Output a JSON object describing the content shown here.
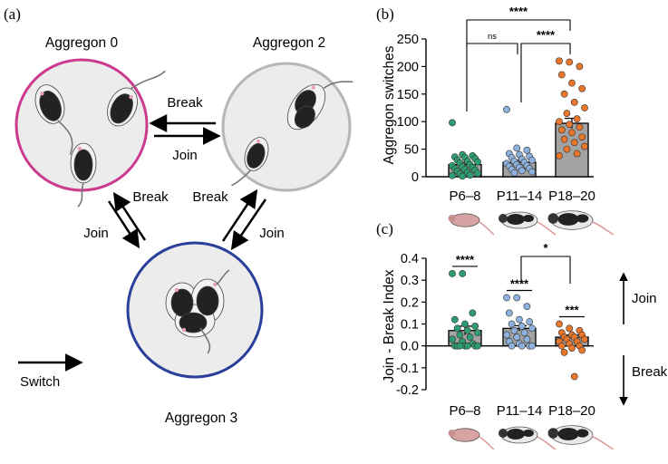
{
  "panel_a": {
    "label": "(a)",
    "nodes": [
      {
        "name": "Aggregon 0",
        "color": "#cc3a8e"
      },
      {
        "name": "Aggregon 2",
        "color": "#b6b6b6"
      },
      {
        "name": "Aggregon 3",
        "color": "#2a3f9a"
      }
    ],
    "node_fill": "#ececec",
    "edge_labels": {
      "break_top": "Break",
      "join_top": "Join",
      "break_left": "Break",
      "break_right": "Break",
      "join_left": "Join",
      "join_right": "Join"
    },
    "legend_label": "Switch",
    "icons": [
      "rat-pup-icon"
    ]
  },
  "chart_data": [
    {
      "panel": "(b)",
      "type": "bar",
      "categories": [
        "P6–8",
        "P11–14",
        "P18–20"
      ],
      "colors": [
        "#2e9d72",
        "#8eb2dd",
        "#e8762b"
      ],
      "values": [
        22,
        26,
        97
      ],
      "errors": [
        4,
        4,
        9
      ],
      "ylabel": "Aggregon switches",
      "ylim": [
        0,
        250
      ],
      "yticks": [
        "0",
        "50",
        "100",
        "150",
        "200",
        "250"
      ],
      "points": [
        [
          98,
          40,
          38,
          36,
          35,
          33,
          30,
          28,
          27,
          25,
          22,
          20,
          18,
          17,
          15,
          13,
          12,
          10,
          8,
          6,
          5,
          3,
          2,
          1
        ],
        [
          122,
          52,
          48,
          42,
          40,
          37,
          35,
          32,
          30,
          28,
          26,
          24,
          22,
          20,
          19,
          17,
          15,
          13,
          11,
          9,
          7
        ],
        [
          210,
          208,
          200,
          185,
          170,
          160,
          150,
          135,
          125,
          115,
          105,
          100,
          95,
          90,
          85,
          80,
          72,
          68,
          62,
          55,
          50,
          42,
          38
        ]
      ],
      "comparisons": [
        {
          "from": 0,
          "to": 1,
          "label": "ns"
        },
        {
          "from": 1,
          "to": 2,
          "label": "****"
        },
        {
          "from": 0,
          "to": 2,
          "label": "****"
        }
      ]
    },
    {
      "panel": "(c)",
      "type": "bar",
      "categories": [
        "P6–8",
        "P11–14",
        "P18–20"
      ],
      "colors": [
        "#2e9d72",
        "#8eb2dd",
        "#e8762b"
      ],
      "values": [
        0.07,
        0.08,
        0.04
      ],
      "errors": [
        0.02,
        0.012,
        0.01
      ],
      "ylabel": "Join - Break Index",
      "ylim": [
        -0.2,
        0.4
      ],
      "yticks": [
        "-0.2",
        "-0.1",
        "0.0",
        "0.1",
        "0.2",
        "0.3",
        "0.4"
      ],
      "points": [
        [
          0.33,
          0.33,
          0.15,
          0.12,
          0.1,
          0.09,
          0.08,
          0.07,
          0.06,
          0.05,
          0.04,
          0.03,
          0.02,
          0.01,
          0.0,
          0.0,
          0.0,
          0.0,
          0.0,
          0.0,
          0.0
        ],
        [
          0.22,
          0.22,
          0.18,
          0.15,
          0.12,
          0.11,
          0.1,
          0.09,
          0.08,
          0.07,
          0.06,
          0.05,
          0.04,
          0.03,
          0.02,
          0.01,
          0.0,
          0.0,
          0.0,
          0.0
        ],
        [
          0.1,
          0.08,
          0.07,
          0.06,
          0.05,
          0.05,
          0.04,
          0.04,
          0.03,
          0.03,
          0.02,
          0.02,
          0.01,
          0.0,
          0.0,
          -0.01,
          -0.02,
          -0.03,
          -0.14
        ]
      ],
      "point_sig": [
        "****",
        "****",
        "***"
      ],
      "comparisons": [
        {
          "from": 1,
          "to": 2,
          "label": "*"
        }
      ],
      "direction_labels": {
        "up": "Join",
        "down": "Break"
      }
    }
  ]
}
